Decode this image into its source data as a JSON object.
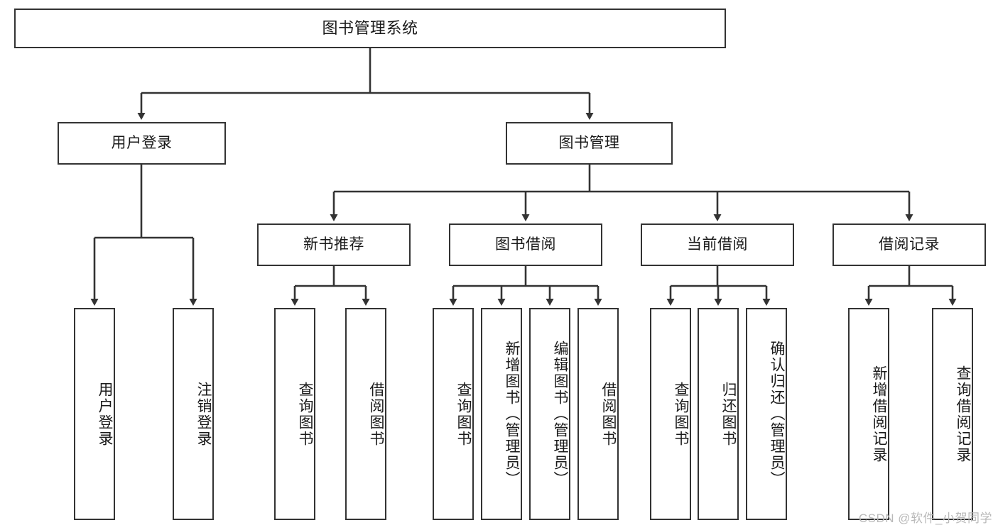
{
  "diagram": {
    "type": "tree-hierarchy-diagram",
    "title": "图书管理系统",
    "root": {
      "id": "root",
      "label": "图书管理系统"
    },
    "level1": [
      {
        "id": "user-login",
        "label": "用户登录"
      },
      {
        "id": "book-manage",
        "label": "图书管理"
      }
    ],
    "level2": [
      {
        "id": "new-book-recommend",
        "label": "新书推荐",
        "parent": "book-manage"
      },
      {
        "id": "book-borrow",
        "label": "图书借阅",
        "parent": "book-manage"
      },
      {
        "id": "current-borrow",
        "label": "当前借阅",
        "parent": "book-manage"
      },
      {
        "id": "borrow-record",
        "label": "借阅记录",
        "parent": "book-manage"
      }
    ],
    "leaves": {
      "user-login": [
        {
          "id": "leaf-user-login",
          "label": "用户登录"
        },
        {
          "id": "leaf-user-logout",
          "label": "注销登录"
        }
      ],
      "new-book-recommend": [
        {
          "id": "leaf-query-book-1",
          "label": "查询图书"
        },
        {
          "id": "leaf-borrow-book-1",
          "label": "借阅图书"
        }
      ],
      "book-borrow": [
        {
          "id": "leaf-query-book-2",
          "label": "查询图书"
        },
        {
          "id": "leaf-add-book",
          "label": "新增图书（管理员）"
        },
        {
          "id": "leaf-edit-book",
          "label": "编辑图书（管理员）"
        },
        {
          "id": "leaf-borrow-book-2",
          "label": "借阅图书"
        }
      ],
      "current-borrow": [
        {
          "id": "leaf-query-book-3",
          "label": "查询图书"
        },
        {
          "id": "leaf-return-book",
          "label": "归还图书"
        },
        {
          "id": "leaf-confirm-return",
          "label": "确认归还（管理员）"
        }
      ],
      "borrow-record": [
        {
          "id": "leaf-add-record",
          "label": "新增借阅记录"
        },
        {
          "id": "leaf-query-record",
          "label": "查询借阅记录"
        }
      ]
    },
    "watermark": "CSDN @软件_小贺同学",
    "colors": {
      "stroke": "#333333",
      "background": "#ffffff",
      "text": "#1a1a1a",
      "watermark": "#b9b9b9"
    }
  }
}
